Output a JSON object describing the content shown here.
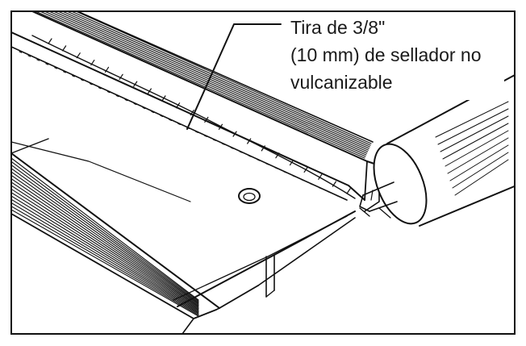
{
  "figure": {
    "callout_lines": [
      "Tira de 3/8\"",
      "(10 mm) de sellador no",
      "vulcanizable"
    ],
    "depicts": [
      "roof-panel-seam",
      "sealant-strip",
      "caulk-gun-nozzle",
      "fastener-hole",
      "panel-ribs"
    ]
  }
}
